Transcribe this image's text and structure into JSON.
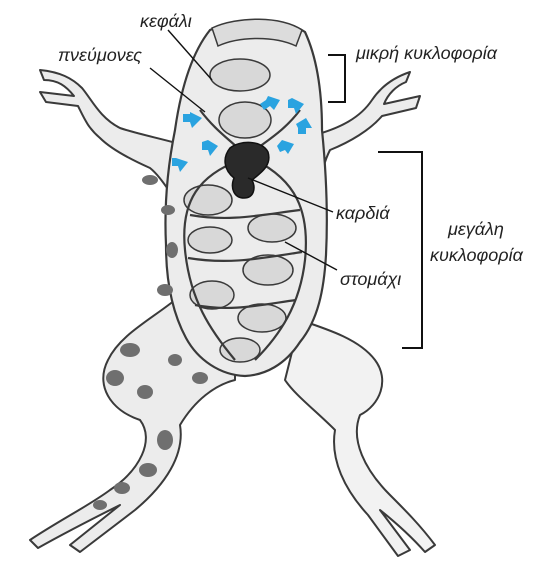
{
  "labels": {
    "head": "κεφάλι",
    "lungs": "πνεύμονες",
    "small_circulation": "μικρή κυκλοφορία",
    "heart": "καρδιά",
    "stomach": "στομάχι",
    "large_circulation_line1": "μεγάλη",
    "large_circulation_line2": "κυκλοφορία"
  },
  "colors": {
    "outline": "#3a3a3a",
    "skin": "#ececec",
    "spots": "#6f6f6f",
    "organ": "#d8d8d8",
    "heart": "#2a2a2a",
    "arrow": "#2aa3e0",
    "bracket": "#111111"
  },
  "icons": {
    "arrow": "blue-flow-arrow"
  }
}
